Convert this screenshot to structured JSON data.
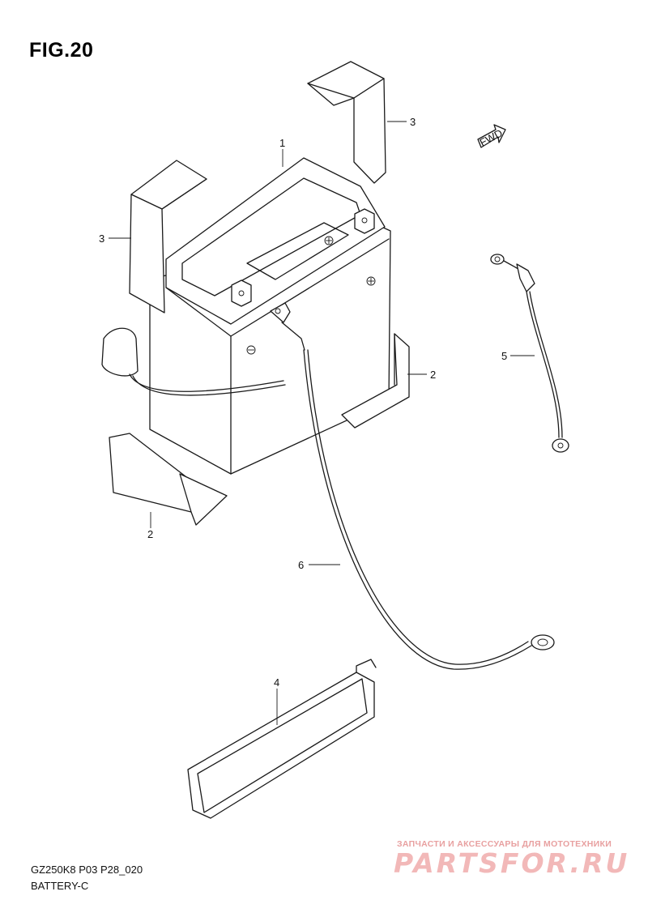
{
  "figure": {
    "title": "FIG.20"
  },
  "callouts": {
    "c1": "1",
    "c2a": "2",
    "c2b": "2",
    "c3a": "3",
    "c3b": "3",
    "c4": "4",
    "c5": "5",
    "c6": "6"
  },
  "fwd_arrow": {
    "label": "FWD"
  },
  "footer": {
    "model_code": "GZ250K8 P03 P28_020",
    "section": "BATTERY-C"
  },
  "watermark": {
    "tagline": "ЗАПЧАСТИ И АКСЕССУАРЫ ДЛЯ МОТОТЕХНИКИ",
    "logo": "PARTSFOR.RU"
  }
}
